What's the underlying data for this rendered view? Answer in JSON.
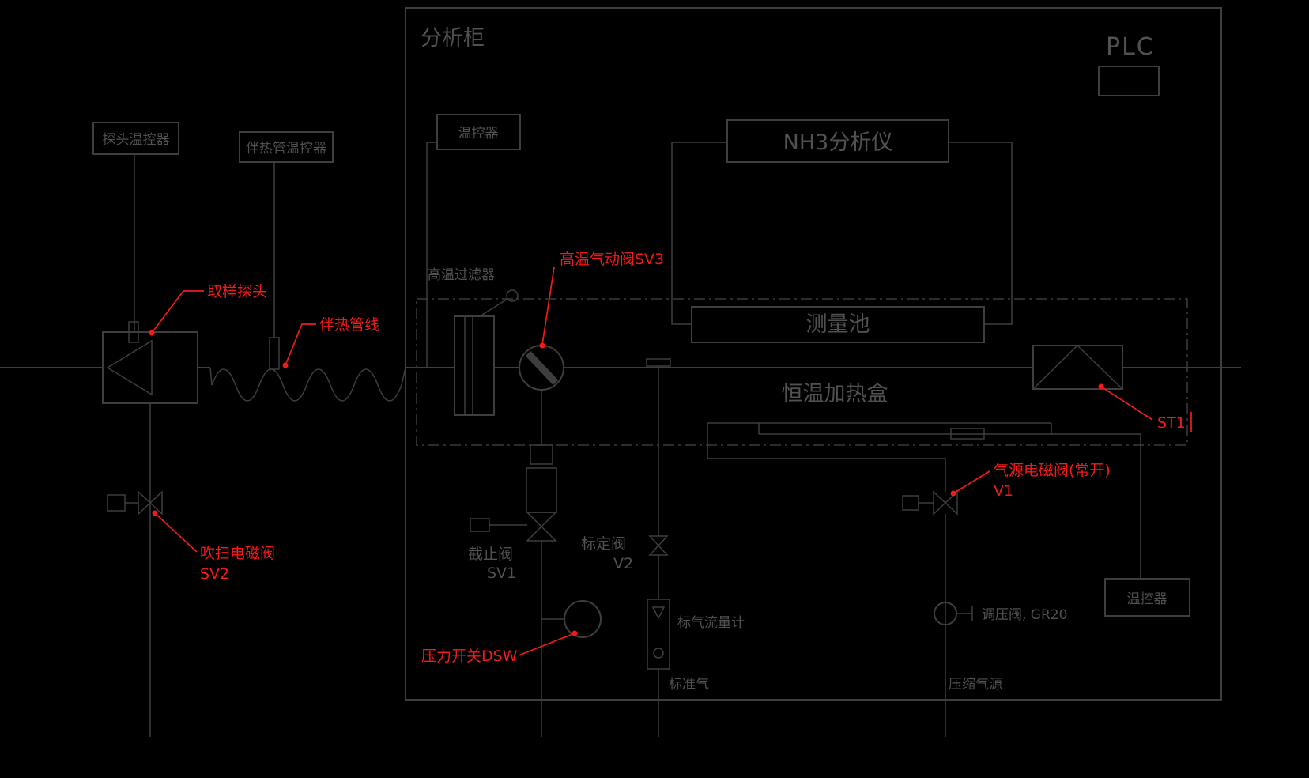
{
  "colors": {
    "background": "#000000",
    "line": "#3e3e3e",
    "text": "#515151",
    "annotation_red": "#f51a1a"
  },
  "labels": {
    "cabinet_title": "分析柜",
    "plc": "PLC",
    "probe_controller": "探头温控器",
    "trace_controller": "伴热管温控器",
    "temp_controller_top": "温控器",
    "temp_controller_bottom": "温控器",
    "nh3_analyzer": "NH3分析仪",
    "measuring_cell": "测量池",
    "heating_box": "恒温加热盒",
    "ht_filter": "高温过滤器",
    "shutoff_valve": "截止阀",
    "shutoff_valve_tag": "SV1",
    "cal_valve": "标定阀",
    "cal_valve_tag": "V2",
    "flowmeter": "标气流量计",
    "cal_gas": "标准气",
    "regulator": "调压阀, GR20",
    "air_source": "压缩气源"
  },
  "annotations": {
    "probe": "取样探头",
    "trace_line": "伴热管线",
    "sv3": "高温气动阀SV3",
    "sv2_name": "吹扫电磁阀",
    "sv2_tag": "SV2",
    "dsw": "压力开关DSW",
    "v1_name": "气源电磁阀(常开)",
    "v1_tag": "V1",
    "st1": "ST1"
  }
}
